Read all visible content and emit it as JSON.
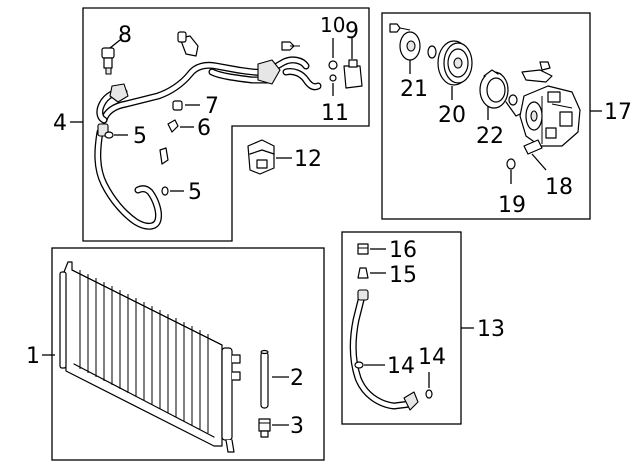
{
  "callouts": {
    "c1": "1",
    "c2": "2",
    "c3": "3",
    "c4": "4",
    "c5a": "5",
    "c5b": "5",
    "c6": "6",
    "c7": "7",
    "c8": "8",
    "c9": "9",
    "c10": "10",
    "c11": "11",
    "c12": "12",
    "c13": "13",
    "c14a": "14",
    "c14b": "14",
    "c15": "15",
    "c16": "16",
    "c17": "17",
    "c18": "18",
    "c19": "19",
    "c20": "20",
    "c21": "21",
    "c22": "22"
  }
}
